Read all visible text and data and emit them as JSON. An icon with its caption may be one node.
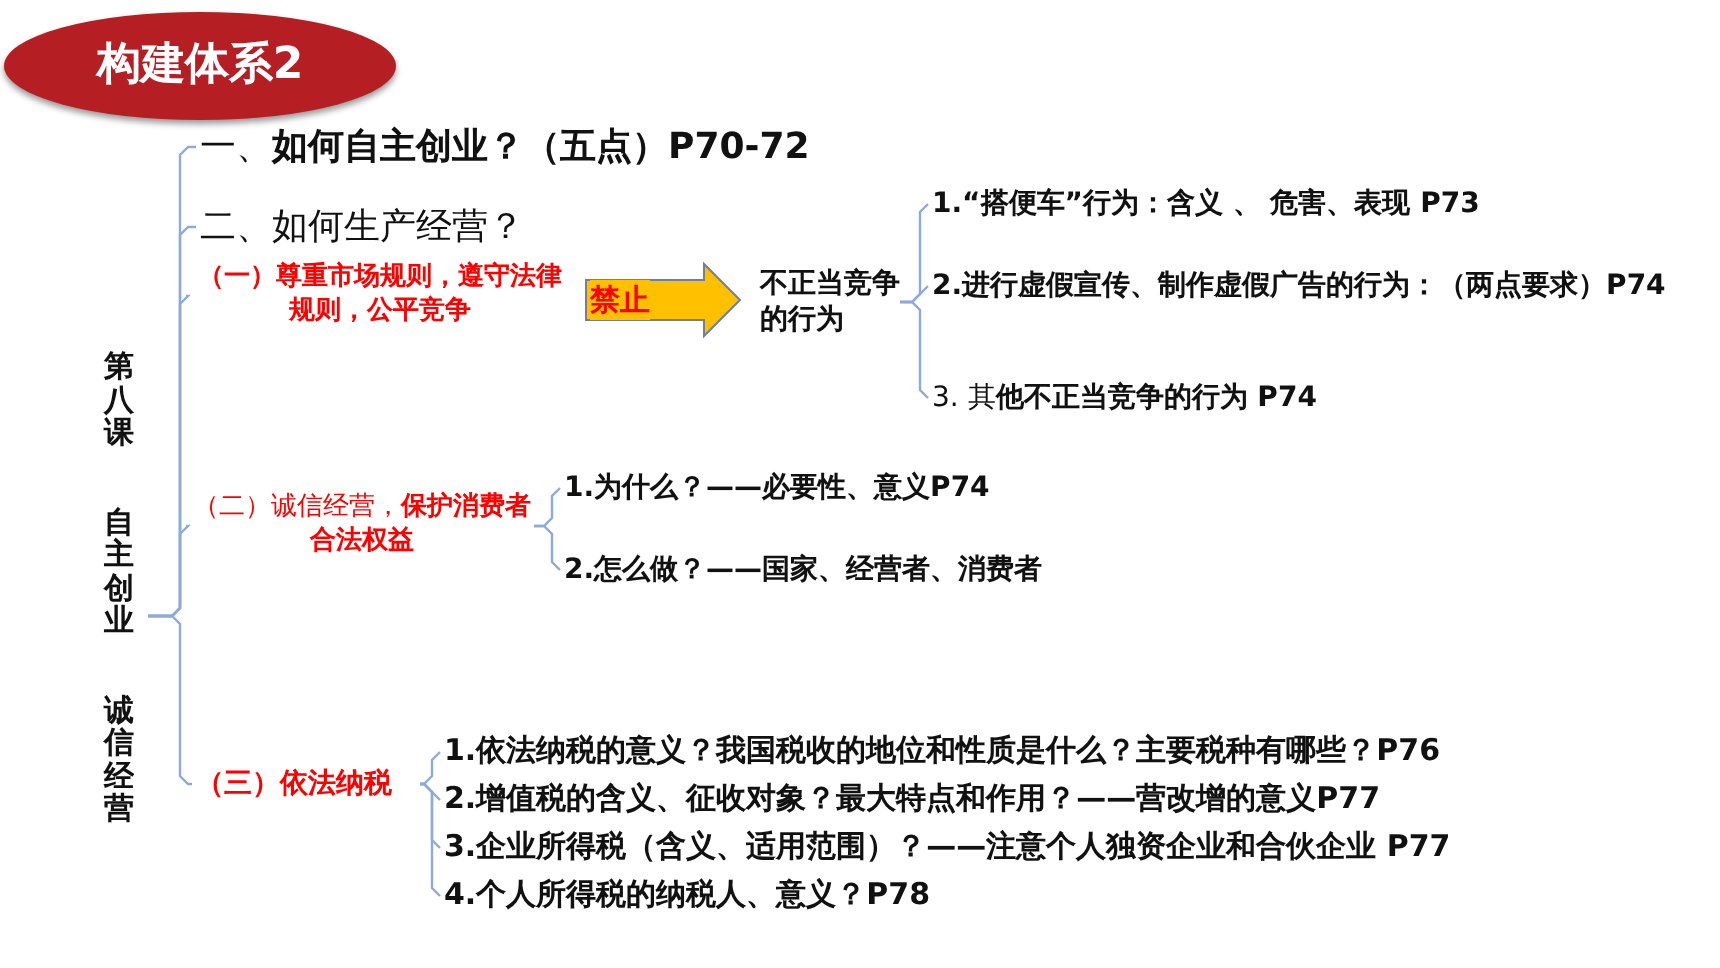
{
  "diagram": {
    "nodes": [
      {
        "text": [
          "构建体系2"
        ]
      },
      {
        "text": [
          "第八课",
          "自主创业",
          "诚信经营"
        ]
      },
      {
        "text": [
          "一、**如何自主创业？（五点）P70-72**"
        ]
      },
      {
        "text": [
          "二、如何生产经营？"
        ]
      },
      {
        "text": [
          "（一）尊重市场规则，遵守法律规则，公平竞争"
        ]
      },
      {
        "text": [
          "不正当竞争的行为"
        ]
      },
      {
        "text": [
          "1.“搭便车”行为：含义 、  危害、表现  P73"
        ]
      },
      {
        "text": [
          "2.进行虚假宣传、制作虚假广告的行为：（两点要求）P74"
        ]
      },
      {
        "text": [
          "3. 其**他不正当竞争的行为  P74**"
        ]
      },
      {
        "text": [
          "（二）诚信经营，**保护消费者合法权益**"
        ]
      },
      {
        "text": [
          "1.为什么？——必要性、意义P74"
        ]
      },
      {
        "text": [
          "2.怎么做？——国家、经营者、消费者"
        ]
      },
      {
        "text": [
          "（三）依法纳税"
        ]
      },
      {
        "text": [
          "1.依法纳税的意义？我国税收的地位和性质是什么？主要税种有哪些？P76"
        ]
      },
      {
        "text": [
          "2.增值税的含义、征收对象？最大特点和作用？——营改增的意义P77"
        ]
      },
      {
        "text": [
          "3.企业所得税（含义、适用范围）？——注意个人独资企业和合伙企业 P77"
        ]
      },
      {
        "text": [
          "4.个人所得税的纳税人、意义？P78"
        ]
      }
    ],
    "edges": [
      {
        "from": 1,
        "to": 2,
        "arrow": "none"
      },
      {
        "from": 1,
        "to": 3,
        "arrow": "none"
      },
      {
        "from": 1,
        "to": 4,
        "arrow": "none"
      },
      {
        "from": 1,
        "to": 9,
        "arrow": "none"
      },
      {
        "from": 1,
        "to": 12,
        "arrow": "none"
      },
      {
        "from": 4,
        "to": 5,
        "arrow": "to",
        "label": "禁止",
        "style": "thick",
        "color": "#ffc000"
      },
      {
        "from": 5,
        "to": 6,
        "arrow": "none"
      },
      {
        "from": 5,
        "to": 7,
        "arrow": "none"
      },
      {
        "from": 5,
        "to": 8,
        "arrow": "none"
      },
      {
        "from": 9,
        "to": 10,
        "arrow": "none"
      },
      {
        "from": 9,
        "to": 11,
        "arrow": "none"
      },
      {
        "from": 12,
        "to": 13,
        "arrow": "none"
      },
      {
        "from": 12,
        "to": 14,
        "arrow": "none"
      },
      {
        "from": 12,
        "to": 15,
        "arrow": "none"
      },
      {
        "from": 12,
        "to": 16,
        "arrow": "none"
      }
    ]
  }
}
